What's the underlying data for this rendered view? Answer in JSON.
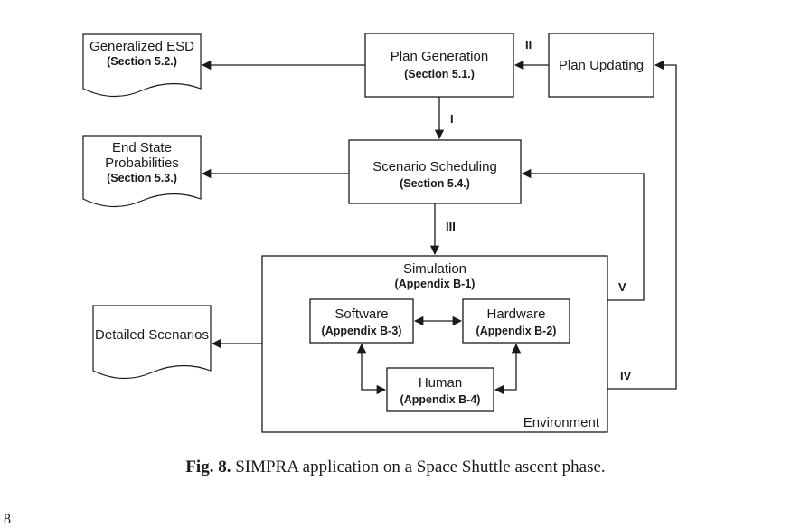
{
  "diagram": {
    "plan_generation": {
      "title": "Plan Generation",
      "ref": "(Section 5.1.)"
    },
    "plan_updating": {
      "title": "Plan Updating"
    },
    "scenario_scheduling": {
      "title": "Scenario Scheduling",
      "ref": "(Section 5.4.)"
    },
    "simulation": {
      "title": "Simulation",
      "ref": "(Appendix B-1)",
      "environment": "Environment"
    },
    "software": {
      "title": "Software",
      "ref": "(Appendix B-3)"
    },
    "hardware": {
      "title": "Hardware",
      "ref": "(Appendix B-2)"
    },
    "human": {
      "title": "Human",
      "ref": "(Appendix B-4)"
    },
    "outputs": {
      "generalized_esd": {
        "line1": "Generalized ESD",
        "line2": "(Section 5.2.)"
      },
      "end_state": {
        "line1": "End State",
        "line2": "Probabilities",
        "line3": "(Section 5.3.)"
      },
      "detailed": {
        "line1": "Detailed Scenarios"
      }
    },
    "flow_labels": {
      "I": "I",
      "II": "II",
      "III": "III",
      "IV": "IV",
      "V": "V"
    }
  },
  "caption": {
    "fig_label": "Fig. 8.",
    "text": "SIMPRA application on a Space Shuttle ascent phase."
  },
  "page_number": "8"
}
